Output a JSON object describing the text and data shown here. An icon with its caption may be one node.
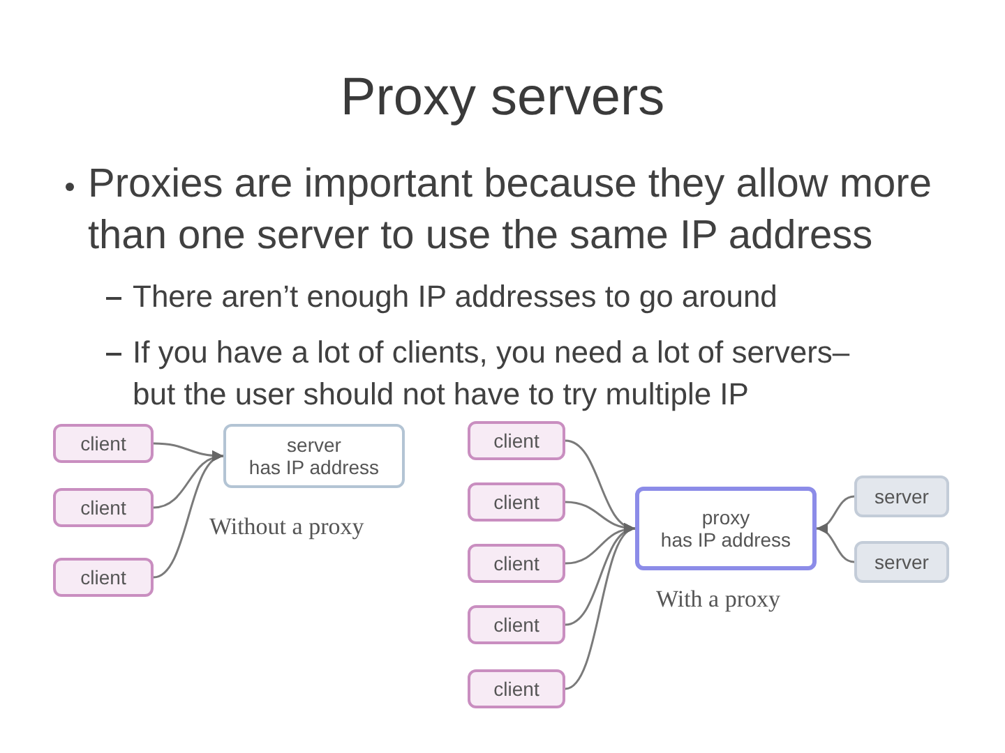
{
  "diagram": {
    "title": "Proxy servers",
    "nodes": [
      {
        "text": [
          "client"
        ]
      },
      {
        "text": [
          "client"
        ]
      },
      {
        "text": [
          "client"
        ]
      },
      {
        "text": [
          "server",
          "has IP address"
        ]
      },
      {
        "text": [
          "client"
        ]
      },
      {
        "text": [
          "client"
        ]
      },
      {
        "text": [
          "client"
        ]
      },
      {
        "text": [
          "client"
        ]
      },
      {
        "text": [
          "client"
        ]
      },
      {
        "text": [
          "proxy",
          "has IP address"
        ]
      },
      {
        "text": [
          "server"
        ]
      },
      {
        "text": [
          "server"
        ]
      }
    ],
    "edges": [
      {
        "from": 0,
        "to": 3,
        "arrow": "to"
      },
      {
        "from": 1,
        "to": 3,
        "arrow": "to"
      },
      {
        "from": 2,
        "to": 3,
        "arrow": "to"
      },
      {
        "from": 4,
        "to": 9,
        "arrow": "to"
      },
      {
        "from": 5,
        "to": 9,
        "arrow": "to"
      },
      {
        "from": 6,
        "to": 9,
        "arrow": "to"
      },
      {
        "from": 7,
        "to": 9,
        "arrow": "to"
      },
      {
        "from": 8,
        "to": 9,
        "arrow": "to"
      },
      {
        "from": 10,
        "to": 9,
        "arrow": "to"
      },
      {
        "from": 11,
        "to": 9,
        "arrow": "to"
      }
    ],
    "labels": [
      "Proxies are important because they allow more than one server to use the same IP address",
      "There aren’t enough IP addresses to go around",
      "If you have a lot of clients, you need a lot of servers– but the user should not have to try multiple IP",
      "Without a proxy",
      "With a proxy"
    ]
  }
}
